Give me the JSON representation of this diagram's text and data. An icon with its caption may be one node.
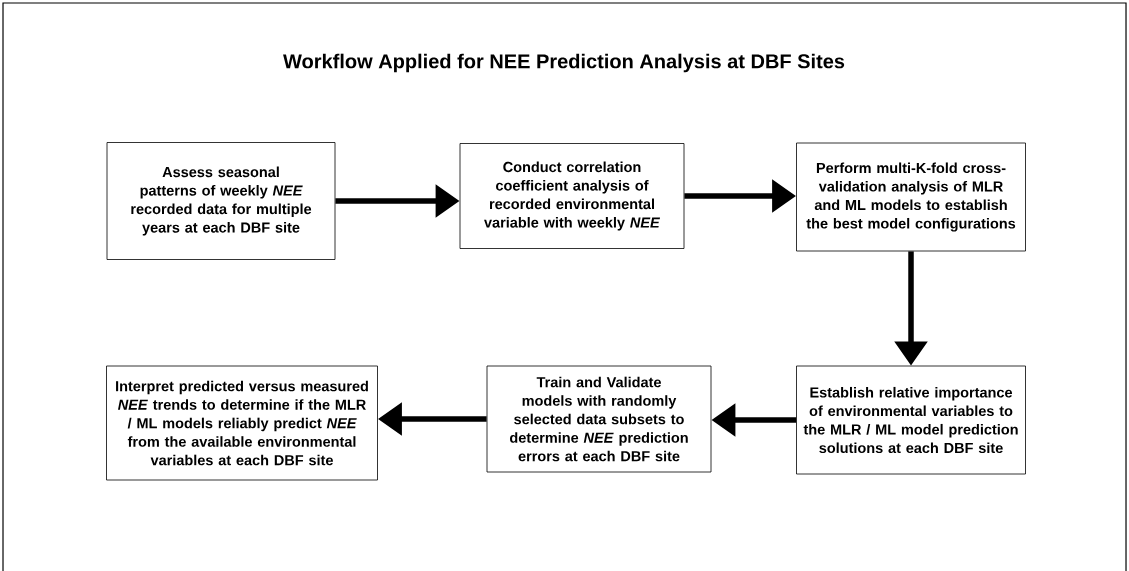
{
  "diagram": {
    "title": "Workflow Applied for NEE Prediction Analysis at DBF Sites",
    "nodes": [
      {
        "text": [
          "Assess seasonal patterns of weekly *NEE* recorded data for multiple years at each DBF site"
        ]
      },
      {
        "text": [
          "Conduct correlation coefficient analysis of recorded environmental variable with weekly *NEE*"
        ]
      },
      {
        "text": [
          "Perform multi-K-fold cross-validation analysis of MLR and ML models to establish the best model configurations"
        ]
      },
      {
        "text": [
          "Establish relative importance of environmental variables to the MLR / ML model prediction solutions at each DBF site"
        ]
      },
      {
        "text": [
          "Train and Validate models with randomly selected data subsets to determine *NEE* prediction errors at each DBF site"
        ]
      },
      {
        "text": [
          "Interpret predicted versus measured *NEE* trends to determine if the MLR / ML models reliably predict *NEE* from the available environmental variables at each DBF site"
        ]
      }
    ],
    "edges": [
      {
        "from": 0,
        "to": 1,
        "arrow": "to"
      },
      {
        "from": 1,
        "to": 2,
        "arrow": "to"
      },
      {
        "from": 2,
        "to": 3,
        "arrow": "to"
      },
      {
        "from": 3,
        "to": 4,
        "arrow": "to"
      },
      {
        "from": 4,
        "to": 5,
        "arrow": "to"
      }
    ]
  }
}
